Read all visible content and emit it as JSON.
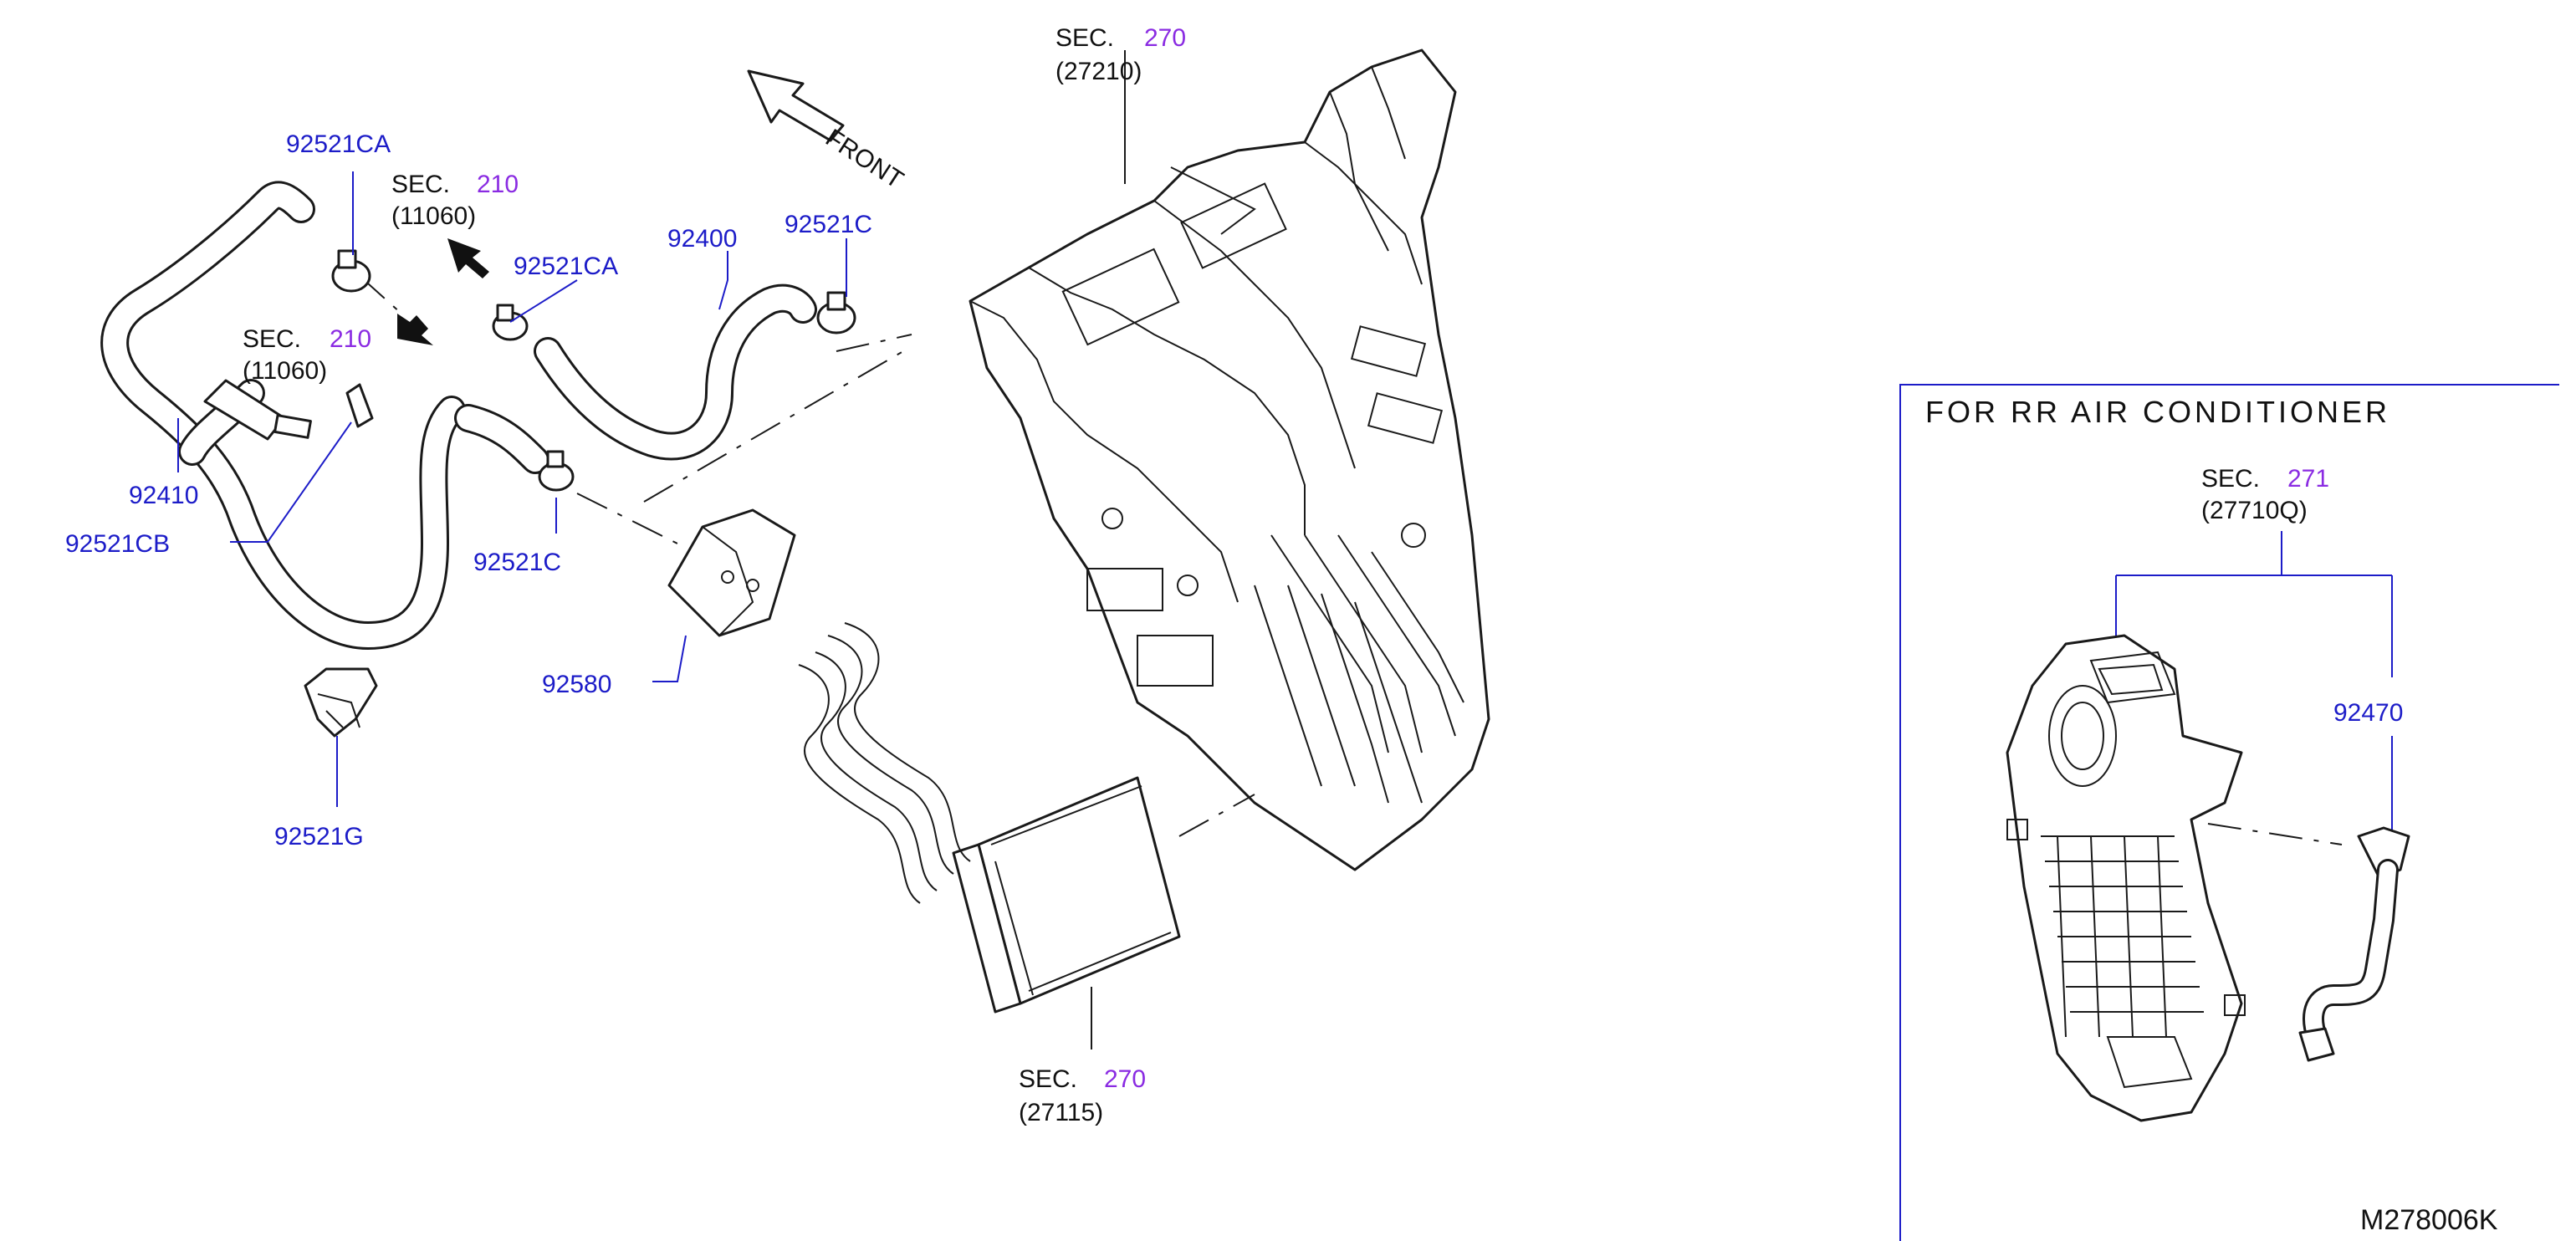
{
  "labels": {
    "sec_word": "SEC.",
    "front": "FRONT",
    "sec_top": {
      "num": "270",
      "ref": "(27210)"
    },
    "sec_upper_left": {
      "num": "210",
      "ref": "(11060)"
    },
    "sec_left": {
      "num": "210",
      "ref": "(11060)"
    },
    "sec_bottom": {
      "num": "270",
      "ref": "(27115)"
    },
    "sec_rr": {
      "num": "271",
      "ref": "(27710Q)"
    },
    "parts": {
      "p92521CA_top": "92521CA",
      "p92521CA_mid": "92521CA",
      "p92400": "92400",
      "p92521C_top": "92521C",
      "p92410": "92410",
      "p92521CB": "92521CB",
      "p92521C_mid": "92521C",
      "p92580": "92580",
      "p92521G": "92521G",
      "p92470": "92470"
    },
    "inset_title": "FOR  RR  AIR  CONDITIONER",
    "diagram_code": "M278006K"
  },
  "colors": {
    "part_number": "#1c1cc8",
    "section_number": "#8a2be2",
    "line_art": "#1a1a1a"
  }
}
